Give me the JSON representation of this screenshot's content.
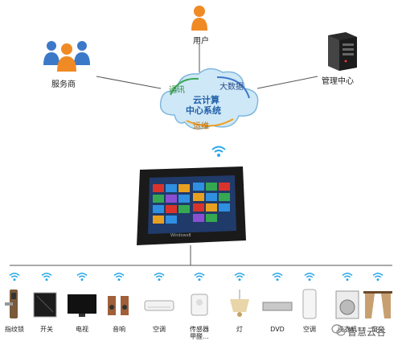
{
  "nodes": {
    "user": "用户",
    "provider": "服务商",
    "management": "管理中心"
  },
  "cloud": {
    "center_line1": "云计算",
    "center_line2": "中心系统",
    "petal_left": "通讯",
    "petal_right": "大数据",
    "petal_bottom": "运维"
  },
  "tablet": {
    "brand": "Windows8"
  },
  "devices": [
    {
      "id": "fingerprint-lock",
      "label": "指纹锁"
    },
    {
      "id": "switch",
      "label": "开关"
    },
    {
      "id": "tv",
      "label": "电视"
    },
    {
      "id": "speaker",
      "label": "音响"
    },
    {
      "id": "air-conditioner-wall",
      "label": "空调"
    },
    {
      "id": "sensor",
      "label": "传感器\n甲醛..."
    },
    {
      "id": "lamp",
      "label": "灯"
    },
    {
      "id": "dvd",
      "label": "DVD"
    },
    {
      "id": "air-conditioner-stand",
      "label": "空调"
    },
    {
      "id": "washer",
      "label": "洗衣机"
    },
    {
      "id": "curtain",
      "label": "窗帘"
    }
  ],
  "watermark": "智慧云谷",
  "colors": {
    "line": "#555555",
    "cloud": "#cfe8f7",
    "cloud_border": "#7fb8dc",
    "wifi": "#29a7e8",
    "user_orange": "#f08a24",
    "user_blue": "#3c78c8"
  }
}
